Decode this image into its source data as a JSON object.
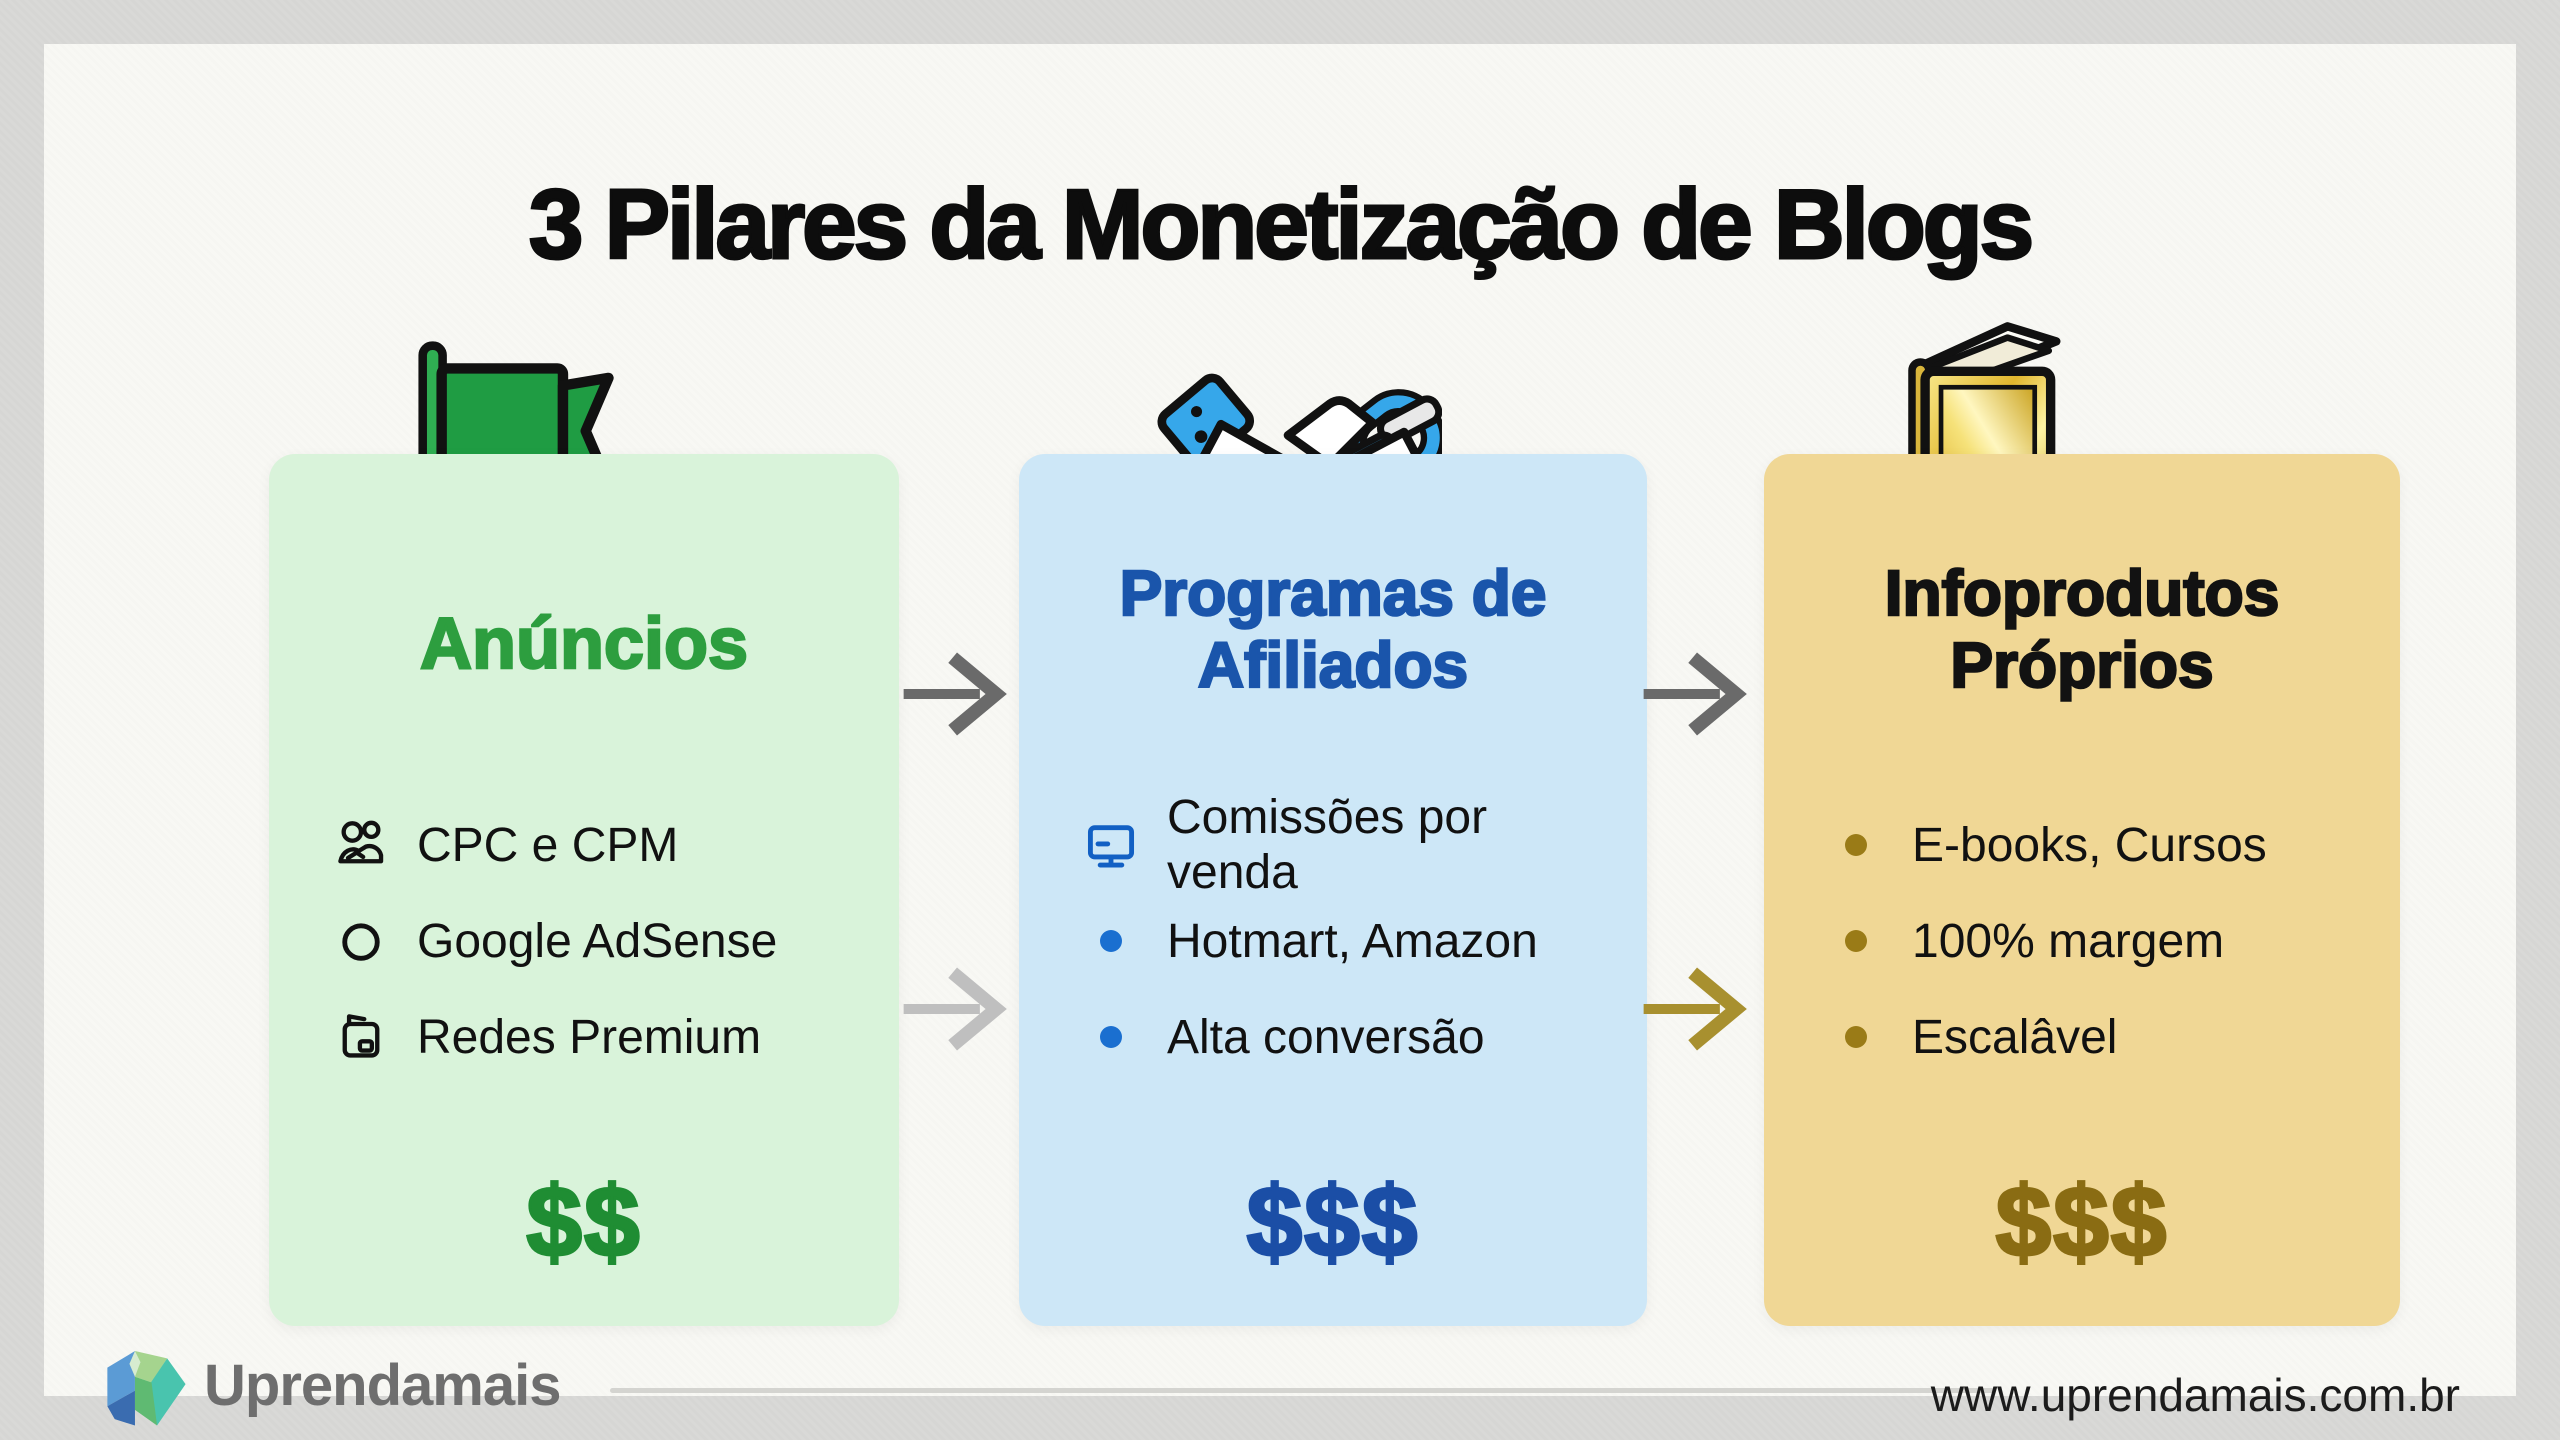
{
  "page": {
    "title": "3 Pilares da Monetização de Blogs"
  },
  "pillars": [
    {
      "name": "anuncios",
      "title": "Anúncios",
      "icon": "green-flag-icon",
      "items": [
        {
          "icon": "users-icon",
          "text": "CPC e CPM"
        },
        {
          "icon": "circle-icon",
          "text": "Google AdSense"
        },
        {
          "icon": "wallet-icon",
          "text": "Redes Premium"
        }
      ],
      "price": "$$"
    },
    {
      "name": "afiliados",
      "title": "Programas de Afiliados",
      "icon": "handshake-link-icon",
      "items": [
        {
          "icon": "monitor-icon",
          "text": "Comissões por venda"
        },
        {
          "icon": "bullet",
          "text": "Hotmart, Amazon"
        },
        {
          "icon": "bullet",
          "text": "Alta conversão"
        }
      ],
      "price": "$$$"
    },
    {
      "name": "infoprodutos",
      "title": "Infoprodutos Próprios",
      "icon": "gold-book-icon",
      "items": [
        {
          "icon": "bullet",
          "text": "E-books, Cursos"
        },
        {
          "icon": "bullet",
          "text": "100% margem"
        },
        {
          "icon": "bullet",
          "text": "Escalâvel"
        }
      ],
      "price": "$$$"
    }
  ],
  "footer": {
    "brand": "Uprendamais",
    "url": "www.uprendamais.com.br"
  },
  "colors": {
    "card_green_bg": "#d9f3da",
    "card_blue_bg": "#cde7f7",
    "card_gold_bg": "#f0d795",
    "title_green": "#2d9e3f",
    "title_blue": "#1a55ab",
    "price_green": "#1f8d33",
    "price_blue": "#1b4ea6",
    "price_gold": "#8a6c13",
    "arrow_dark": "#6a6a6a",
    "arrow_light": "#bfbfbf",
    "arrow_gold": "#a8902f"
  }
}
